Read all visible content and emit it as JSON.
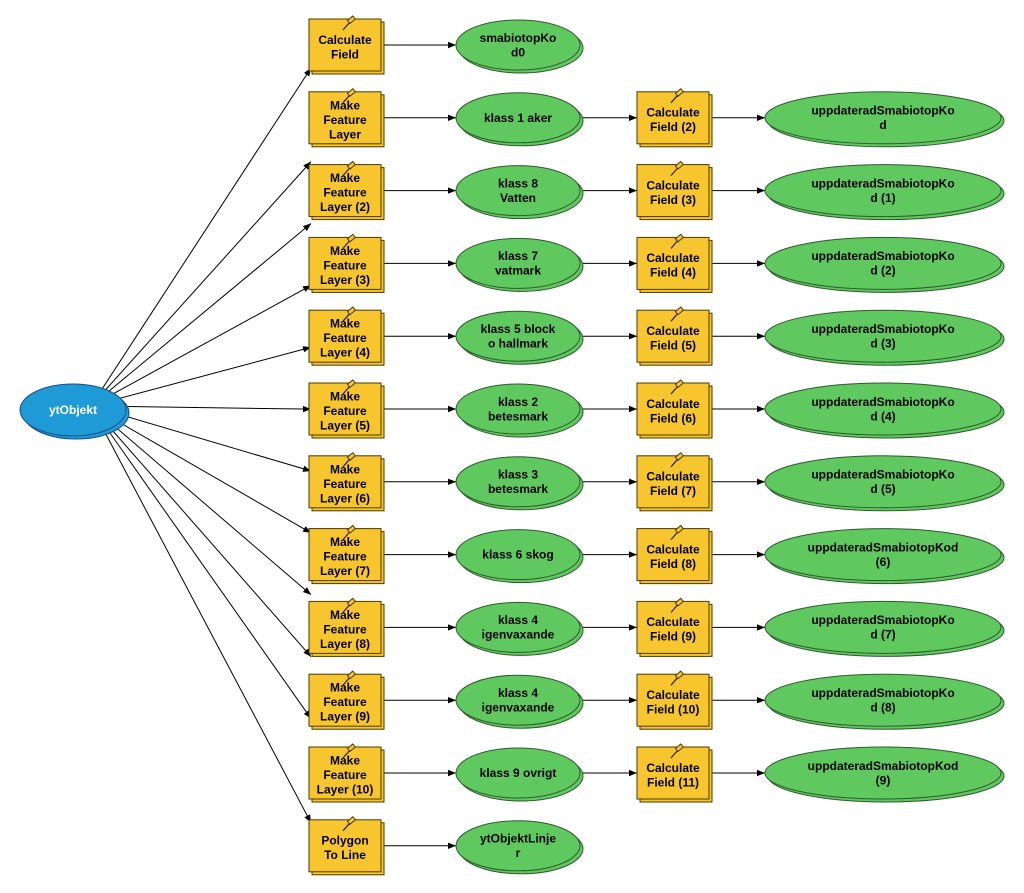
{
  "input": {
    "id": "in",
    "label": [
      "ytObjekt"
    ]
  },
  "colors": {
    "tool": "#F7C52E",
    "data": "#5FC85E",
    "input": "#1E9BD7"
  },
  "rows": [
    {
      "tool": [
        "Calculate",
        "Field"
      ],
      "data": [
        "smabiotopKo",
        "d0"
      ]
    },
    {
      "tool": [
        "Make",
        "Feature",
        "Layer"
      ],
      "data": [
        "klass 1 aker"
      ],
      "tool2": [
        "Calculate",
        "Field (2)"
      ],
      "data2": [
        "uppdateradSmabiotopKo",
        "d"
      ]
    },
    {
      "tool": [
        "Make",
        "Feature",
        "Layer (2)"
      ],
      "data": [
        "klass 8",
        "Vatten"
      ],
      "tool2": [
        "Calculate",
        "Field (3)"
      ],
      "data2": [
        "uppdateradSmabiotopKo",
        "d (1)"
      ]
    },
    {
      "tool": [
        "Make",
        "Feature",
        "Layer (3)"
      ],
      "data": [
        "klass 7",
        "vatmark"
      ],
      "tool2": [
        "Calculate",
        "Field (4)"
      ],
      "data2": [
        "uppdateradSmabiotopKo",
        "d (2)"
      ]
    },
    {
      "tool": [
        "Make",
        "Feature",
        "Layer (4)"
      ],
      "data": [
        "klass 5 block",
        "o hallmark"
      ],
      "tool2": [
        "Calculate",
        "Field (5)"
      ],
      "data2": [
        "uppdateradSmabiotopKo",
        "d (3)"
      ]
    },
    {
      "tool": [
        "Make",
        "Feature",
        "Layer (5)"
      ],
      "data": [
        "klass 2",
        "betesmark"
      ],
      "tool2": [
        "Calculate",
        "Field (6)"
      ],
      "data2": [
        "uppdateradSmabiotopKo",
        "d (4)"
      ]
    },
    {
      "tool": [
        "Make",
        "Feature",
        "Layer (6)"
      ],
      "data": [
        "klass 3",
        "betesmark"
      ],
      "tool2": [
        "Calculate",
        "Field (7)"
      ],
      "data2": [
        "uppdateradSmabiotopKo",
        "d (5)"
      ]
    },
    {
      "tool": [
        "Make",
        "Feature",
        "Layer (7)"
      ],
      "data": [
        "klass 6 skog"
      ],
      "tool2": [
        "Calculate",
        "Field (8)"
      ],
      "data2": [
        "uppdateradSmabiotopKod",
        "(6)"
      ]
    },
    {
      "tool": [
        "Make",
        "Feature",
        "Layer (8)"
      ],
      "data": [
        "klass 4",
        "igenvaxande"
      ],
      "tool2": [
        "Calculate",
        "Field (9)"
      ],
      "data2": [
        "uppdateradSmabiotopKo",
        "d (7)"
      ]
    },
    {
      "tool": [
        "Make",
        "Feature",
        "Layer (9)"
      ],
      "data": [
        "klass 4",
        "igenvaxande"
      ],
      "tool2": [
        "Calculate",
        "Field (10)"
      ],
      "data2": [
        "uppdateradSmabiotopKo",
        "d (8)"
      ]
    },
    {
      "tool": [
        "Make",
        "Feature",
        "Layer (10)"
      ],
      "data": [
        "klass 9 ovrigt"
      ],
      "tool2": [
        "Calculate",
        "Field (11)"
      ],
      "data2": [
        "uppdateradSmabiotopKod",
        "(9)"
      ]
    },
    {
      "tool": [
        "Polygon",
        "To Line"
      ],
      "data": [
        "ytObjektLinje",
        "r"
      ]
    }
  ]
}
